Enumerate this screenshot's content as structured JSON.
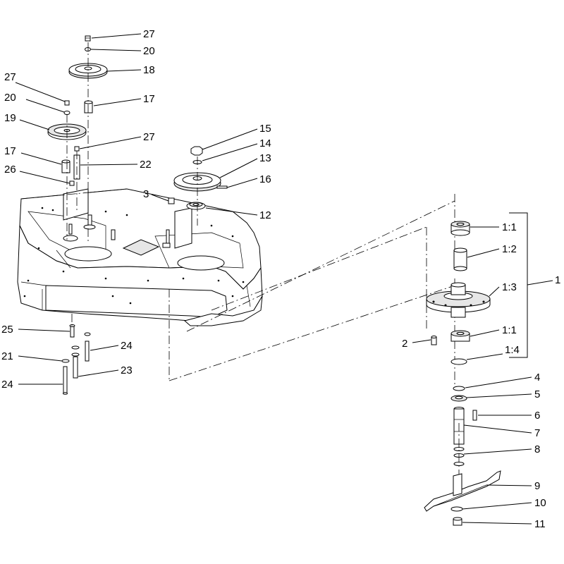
{
  "callouts": {
    "c27a": "27",
    "c20a": "20",
    "c18": "18",
    "c27b": "27",
    "c20b": "20",
    "c17a": "17",
    "c19": "19",
    "c27c": "27",
    "c17b": "17",
    "c22": "22",
    "c26": "26",
    "c15": "15",
    "c14": "14",
    "c13": "13",
    "c16": "16",
    "c3": "3",
    "c12": "12",
    "c1_1a": "1:1",
    "c1_2": "1:2",
    "c1_3": "1:3",
    "c1": "1",
    "c1_1b": "1:1",
    "c1_4": "1:4",
    "c2": "2",
    "c4": "4",
    "c5": "5",
    "c6": "6",
    "c7": "7",
    "c8": "8",
    "c9": "9",
    "c10": "10",
    "c11": "11",
    "c25": "25",
    "c24a": "24",
    "c21": "21",
    "c23": "23",
    "c24b": "24"
  }
}
